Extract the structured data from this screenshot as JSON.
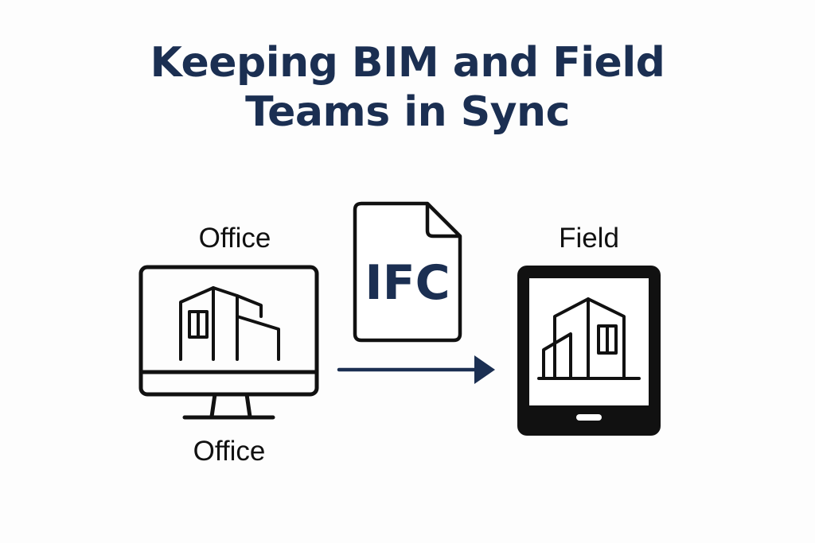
{
  "title": {
    "line1": "Keeping BIM and Field",
    "line2": "Teams in Sync"
  },
  "office": {
    "label_top": "Office",
    "label_bottom": "Office",
    "device_icon": "desktop-monitor-icon",
    "building_icon": "building-icon"
  },
  "file": {
    "format": "IFC",
    "icon": "document-file-icon"
  },
  "transfer": {
    "icon": "arrow-right-icon"
  },
  "field": {
    "label": "Field",
    "device_icon": "tablet-icon",
    "building_icon": "building-icon"
  },
  "colors": {
    "title": "#1b2f52",
    "accent": "#1b2f52",
    "stroke": "#111111",
    "background": "#fdfdfd"
  }
}
